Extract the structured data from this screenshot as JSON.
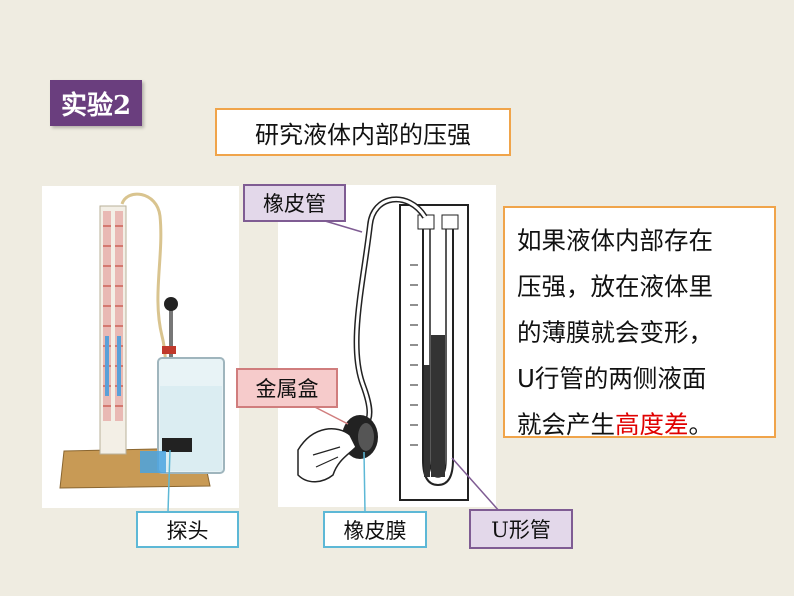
{
  "badge": "实验2",
  "title": "研究液体内部的压强",
  "labels": {
    "rubber_tube": "橡皮管",
    "metal_box": "金属盒",
    "probe": "探头",
    "rubber_film": "橡皮膜",
    "u_tube": "U形管"
  },
  "description": {
    "line1": "如果液体内部存在",
    "line2": "压强，放在液体里",
    "line3": "的薄膜就会变形，",
    "line4": "U行管的两侧液面",
    "line5_prefix": "就会产生",
    "line5_highlight": "高度差",
    "line5_suffix": "。"
  },
  "colors": {
    "background": "#efece1",
    "badge": "#6a3e7e",
    "accent_border": "#f0a44a",
    "highlight": "#e00000"
  }
}
